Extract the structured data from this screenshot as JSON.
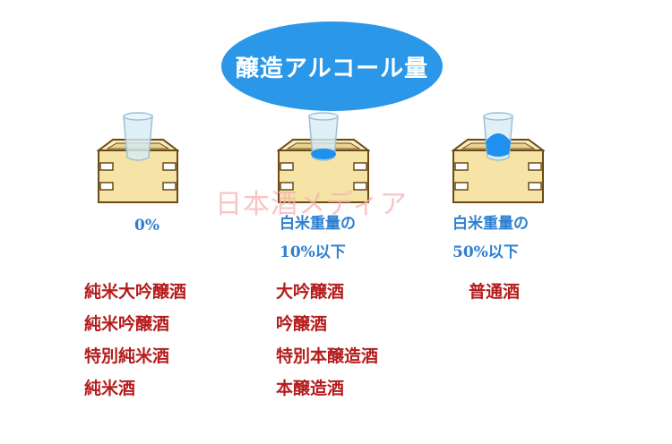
{
  "title": "醸造アルコール量",
  "watermark": "日本酒メディア",
  "columns": [
    {
      "blue_line1": "0%",
      "blue_line2": "",
      "sake_types": [
        "純米大吟醸酒",
        "純米吟醸酒",
        "特別純米酒",
        "純米酒"
      ]
    },
    {
      "blue_line1": "白米重量の",
      "blue_line2": "10%以下",
      "sake_types": [
        "大吟醸酒",
        "吟醸酒",
        "特別本醸造酒",
        "本醸造酒"
      ]
    },
    {
      "blue_line1": "白米重量の",
      "blue_line2": "50%以下",
      "sake_types": [
        "普通酒"
      ]
    }
  ],
  "colors": {
    "title_fill": "#2a97e8",
    "label_blue": "#2d7fd0",
    "text_red": "#b41c1c",
    "masu_wood": "#f6e3a6",
    "liquid_blue": "#1e90ee"
  },
  "icons": [
    "masu-cup-icon-empty",
    "masu-cup-icon-small-fill",
    "masu-cup-icon-large-fill"
  ],
  "fill_levels": [
    0,
    0.1,
    0.5
  ]
}
